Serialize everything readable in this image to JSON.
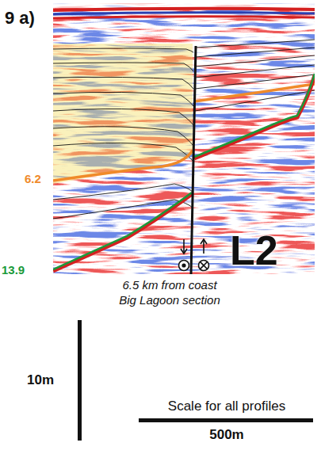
{
  "diagram": {
    "labels": [
      "9 a)",
      "6.2",
      "13.9",
      "L2",
      "6.5 km from coast",
      "Big Lagoon section",
      "10m",
      "Scale for all profiles",
      "500m"
    ]
  }
}
